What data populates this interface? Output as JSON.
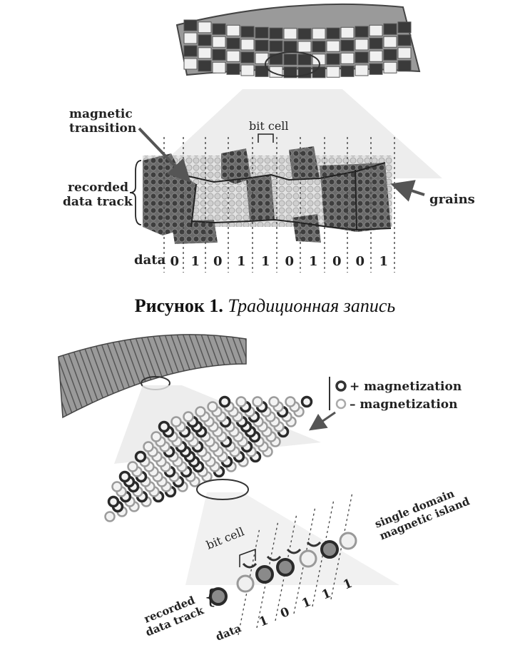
{
  "figure1": {
    "labels": {
      "magnetic_transition": [
        "magnetic",
        "transition"
      ],
      "bit_cell": "bit cell",
      "recorded_data_track": [
        "recorded",
        "data track"
      ],
      "grains": "grains",
      "data": "data"
    },
    "bits": [
      "0",
      "1",
      "0",
      "1",
      "1",
      "0",
      "1",
      "0",
      "0",
      "1"
    ],
    "caption_bold": "Рисунок 1.",
    "caption_italic": "Традиционная запись"
  },
  "figure2": {
    "legend": {
      "plus": "+ magnetization",
      "minus": "– magnetization"
    },
    "labels": {
      "bit_cell": "bit cell",
      "single_domain": [
        "single domain",
        "magnetic island"
      ],
      "recorded_data_track": [
        "recorded",
        "data track"
      ],
      "data": "data"
    },
    "bits": [
      "1",
      "0",
      "1",
      "1",
      "1"
    ]
  },
  "colors": {
    "ink": "#222222",
    "dark_grain": "#4a4a4a",
    "light_grain": "#c8c8c8",
    "beam": "#e6e6e6"
  }
}
